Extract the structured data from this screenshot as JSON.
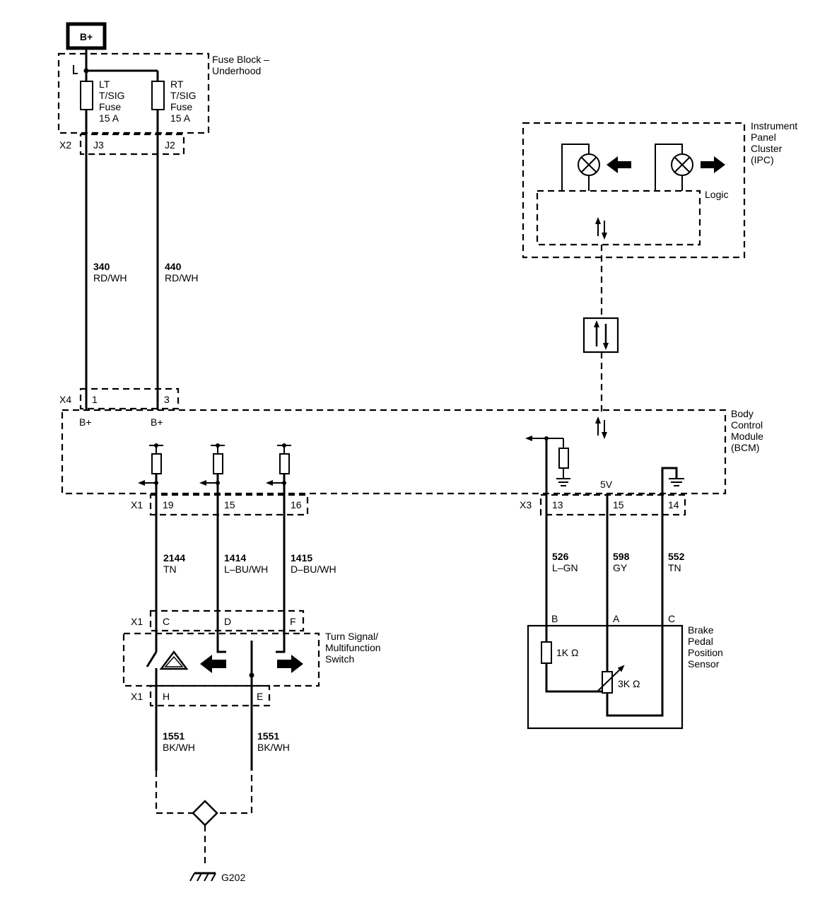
{
  "battery": {
    "label": "B+"
  },
  "fuse_block": {
    "title_line1": "Fuse Block –",
    "title_line2": "Underhood",
    "fuse_lt": {
      "l1": "LT",
      "l2": "T/SIG",
      "l3": "Fuse",
      "l4": "15 A"
    },
    "fuse_rt": {
      "l1": "RT",
      "l2": "T/SIG",
      "l3": "Fuse",
      "l4": "15 A"
    },
    "connector": "X2",
    "pin_lt": "J3",
    "pin_rt": "J2"
  },
  "wires": {
    "w340": {
      "num": "340",
      "color": "RD/WH"
    },
    "w440": {
      "num": "440",
      "color": "RD/WH"
    },
    "w2144": {
      "num": "2144",
      "color": "TN"
    },
    "w1414": {
      "num": "1414",
      "color": "L–BU/WH"
    },
    "w1415": {
      "num": "1415",
      "color": "D–BU/WH"
    },
    "w526": {
      "num": "526",
      "color": "L–GN"
    },
    "w598": {
      "num": "598",
      "color": "GY"
    },
    "w552": {
      "num": "552",
      "color": "TN"
    },
    "w1551a": {
      "num": "1551",
      "color": "BK/WH"
    },
    "w1551b": {
      "num": "1551",
      "color": "BK/WH"
    }
  },
  "ipc": {
    "title_line1": "Instrument",
    "title_line2": "Panel",
    "title_line3": "Cluster",
    "title_line4": "(IPC)",
    "logic_label": "Logic"
  },
  "bcm": {
    "title_line1": "Body",
    "title_line2": "Control",
    "title_line3": "Module",
    "title_line4": "(BCM)",
    "x4_connector": "X4",
    "x4_pin1": "1",
    "x4_pin3": "3",
    "bplus_1": "B+",
    "bplus_3": "B+",
    "x1_connector": "X1",
    "x1_pin19": "19",
    "x1_pin15": "15",
    "x1_pin16": "16",
    "x3_connector": "X3",
    "x3_pin13": "13",
    "x3_pin15": "15",
    "x3_pin14": "14",
    "five_v": "5V"
  },
  "switch": {
    "title_line1": "Turn Signal/",
    "title_line2": "Multifunction",
    "title_line3": "Switch",
    "top_connector": "X1",
    "pin_c": "C",
    "pin_d": "D",
    "pin_f": "F",
    "bottom_connector": "X1",
    "pin_h": "H",
    "pin_e": "E"
  },
  "sensor": {
    "title_line1": "Brake",
    "title_line2": "Pedal",
    "title_line3": "Position",
    "title_line4": "Sensor",
    "pin_b": "B",
    "pin_a": "A",
    "pin_c": "C",
    "r1": "1K Ω",
    "r2": "3K Ω"
  },
  "ground": {
    "label": "G202"
  }
}
